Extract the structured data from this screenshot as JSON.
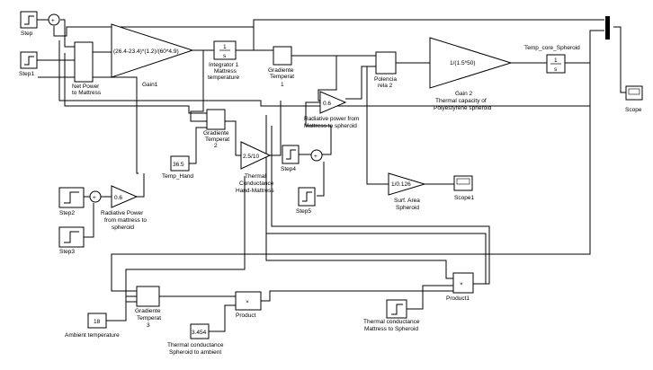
{
  "diagram": {
    "blocks": {
      "step": {
        "label": "Step"
      },
      "step1": {
        "label": "Step1"
      },
      "net_power": {
        "label_lines": [
          "Net Power",
          "to Mattress"
        ]
      },
      "gain1": {
        "expression": "(26.4-23.4)*(1.2)/(60*4.9)",
        "label": "Gain1"
      },
      "integrator1": {
        "numerator": "1",
        "denominator": "s",
        "label_lines": [
          "Integrator 1",
          "Mattress",
          "temperature"
        ]
      },
      "gradiente_temperat": {
        "label_lines": [
          "Gradiente",
          "Temperat"
        ]
      },
      "polencia_rela2": {
        "label_lines": [
          "Polencia",
          "rela 2"
        ]
      },
      "gain2": {
        "expression": "1/(1.5*50)",
        "label_lines": [
          "Gain 2",
          "Thermal capacity of",
          "Polyestyrene spheroid"
        ]
      },
      "temp_core": {
        "label": "Temp_core_Spheroid",
        "numerator": "1",
        "denominator": "s"
      },
      "mux": {
        "label": ""
      },
      "scope": {
        "label": "Scope"
      },
      "radiative_power_spheroid": {
        "value": "0.6",
        "label_lines": [
          "Radiative power from",
          "Mattress to spheroid"
        ]
      },
      "gradiente_temperat2": {
        "label_lines": [
          "Gradiente",
          "Temperat",
          "2"
        ]
      },
      "temp_hand": {
        "value": "36.5",
        "label": "Temp_Hand"
      },
      "thermal_conductance_hand": {
        "expression": "2.5/10",
        "label_lines": [
          "Thermal",
          "Conductance",
          "Hand-Mattress"
        ]
      },
      "step4": {
        "label": "Step4"
      },
      "step5": {
        "label": "Step5"
      },
      "surf_area": {
        "expression": "1/0.126",
        "label_lines": [
          "Surf. Area",
          "Spheroid"
        ]
      },
      "scope1": {
        "label": "Scope1"
      },
      "step2": {
        "label": "Step2"
      },
      "step3": {
        "label": "Step3"
      },
      "radiative_power_mattress": {
        "value": "0.6",
        "label_lines": [
          "Radiative Power",
          "from mattress to",
          "spheroid"
        ]
      },
      "gradiente_temperat3": {
        "label_lines": [
          "Gradiente",
          "Temperat",
          "3"
        ]
      },
      "ambient_temp": {
        "value": "18",
        "label": "Ambient temperature"
      },
      "product": {
        "symbol": "×",
        "label": "Product"
      },
      "thermal_cond_ambient": {
        "value": "3.454",
        "label_lines": [
          "Thermal conductance",
          "Spheroid to ambient"
        ]
      },
      "product1": {
        "symbol": "×",
        "label": "Product1"
      },
      "thermal_cond_mattress": {
        "label_lines": [
          "Thermal conductance",
          "Mattress to Spheroid"
        ]
      }
    },
    "signal_values": {
      "mux_out_one": "1"
    }
  }
}
